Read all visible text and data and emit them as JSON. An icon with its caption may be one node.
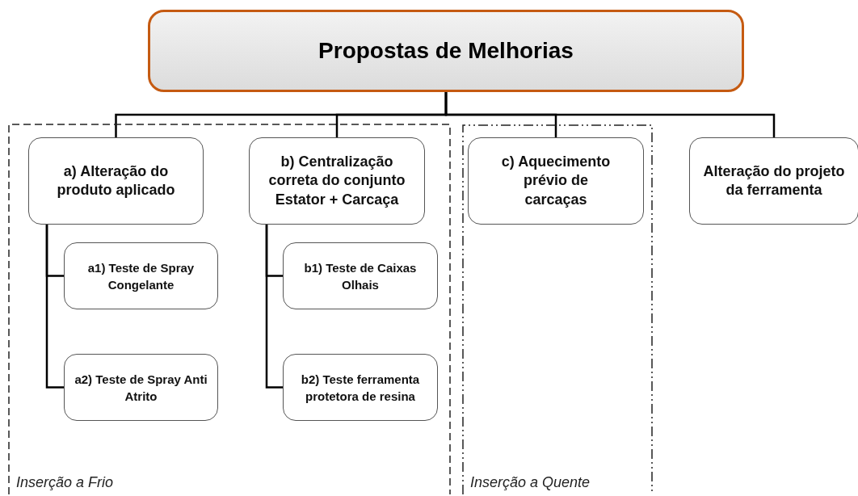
{
  "diagram": {
    "nodes": [
      {
        "text": [
          "Propostas de Melhorias"
        ]
      },
      {
        "text": [
          "Inserção a Frio"
        ]
      },
      {
        "text": [
          "a) Alteração do produto aplicado"
        ],
        "in": 1
      },
      {
        "text": [
          "a1) Teste de Spray Congelante"
        ],
        "in": 1
      },
      {
        "text": [
          "a2) Teste de Spray Anti Atrito"
        ],
        "in": 1
      },
      {
        "text": [
          "b) Centralização correta do conjunto Estator + Carcaça"
        ],
        "in": 1
      },
      {
        "text": [
          "b1) Teste de Caixas Olhais"
        ],
        "in": 1
      },
      {
        "text": [
          "b2) Teste ferramenta protetora de resina"
        ],
        "in": 1
      },
      {
        "text": [
          "Inserção a Quente"
        ]
      },
      {
        "text": [
          "c) Aquecimento prévio de carcaças"
        ],
        "in": 8
      },
      {
        "text": [
          "Alteração do projeto da ferramenta"
        ]
      }
    ],
    "edges": [
      {
        "from": 0,
        "to": 2,
        "arrow": "none"
      },
      {
        "from": 0,
        "to": 5,
        "arrow": "none"
      },
      {
        "from": 0,
        "to": 9,
        "arrow": "none"
      },
      {
        "from": 0,
        "to": 10,
        "arrow": "none"
      },
      {
        "from": 2,
        "to": 3,
        "arrow": "none"
      },
      {
        "from": 2,
        "to": 4,
        "arrow": "none"
      },
      {
        "from": 5,
        "to": 6,
        "arrow": "none"
      },
      {
        "from": 5,
        "to": 7,
        "arrow": "none"
      }
    ]
  }
}
